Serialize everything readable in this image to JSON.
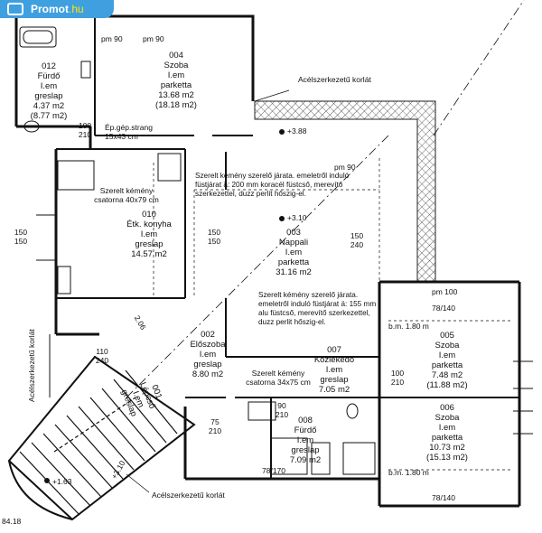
{
  "watermark": {
    "brand": "Promot",
    "tld": ".hu"
  },
  "rooms": [
    {
      "id": "r004",
      "lines": [
        "004",
        "Szoba",
        "I.em",
        "parketta",
        "13.68 m2",
        "(18.18 m2)"
      ]
    },
    {
      "id": "r012",
      "lines": [
        "012",
        "Fürdő",
        "I.em",
        "greslap",
        "4.37 m2",
        "(8.77 m2)"
      ]
    },
    {
      "id": "r010",
      "lines": [
        "010",
        "Étk. konyha",
        "I.em",
        "greslap",
        "14.57 m2"
      ]
    },
    {
      "id": "r003",
      "lines": [
        "003",
        "Nappali",
        "I.em",
        "parketta",
        "31.16 m2"
      ]
    },
    {
      "id": "r002",
      "lines": [
        "002",
        "Előszoba",
        "I.em",
        "greslap",
        "8.80 m2"
      ]
    },
    {
      "id": "r007",
      "lines": [
        "007",
        "Közlekedő",
        "I.em",
        "greslap",
        "7.05 m2"
      ]
    },
    {
      "id": "r005",
      "lines": [
        "005",
        "Szoba",
        "I.em",
        "parketta",
        "7.48 m2",
        "(11.88 m2)"
      ]
    },
    {
      "id": "r006",
      "lines": [
        "006",
        "Szoba",
        "I.em",
        "parketta",
        "10.73 m2",
        "(15.13 m2)"
      ]
    },
    {
      "id": "r008",
      "lines": [
        "008",
        "Fürdő",
        "I.em",
        "greslap",
        "7.09 m2"
      ]
    },
    {
      "id": "r001",
      "lines": [
        "001",
        "Lépcső",
        "I.em",
        "greslap"
      ]
    }
  ],
  "notes": {
    "railing_top": "Acélszerkezetű korlát",
    "railing_bottom": "Acélszerkezetű korlát",
    "railing_left": "Acélszerkezetű korlát",
    "chimney1": "Szerelt kémény szerelő járata. emeletről induló füstjárat ä: 200 mm koracél füstcső, merevítő szerkezettel, duzz perlit hőszig-el.",
    "chimney2": "Szerelt kémény szerelő járata. emeletről induló füstjárat ä: 155 mm alu füstcső, merevítő szerkezettel, duzz perlit hőszig-el.",
    "chimney_kitchen": [
      "Szerelt kémény",
      "csatorna 40x79 cm"
    ],
    "chimney_hall": [
      "Szerelt kémény",
      "csatorna 34x75 cm"
    ],
    "mech_strang": [
      "Ép.gép.strang",
      "15x43 cm"
    ],
    "level_terrace": "+3.88",
    "level_living": "+3.10",
    "level_stair": "+1.63",
    "level_landing": "+3.10",
    "stair_dim": "84.18"
  },
  "dims": {
    "pm90": "pm 90",
    "pm100": "pm 100",
    "d100_210": [
      "100",
      "210"
    ],
    "d150_150": [
      "150",
      "150"
    ],
    "d150_240": [
      "150",
      "240"
    ],
    "d110_240": [
      "110",
      "240"
    ],
    "d75_210": [
      "75",
      "210"
    ],
    "d90_210": [
      "90",
      "210"
    ],
    "d78_140": "78/140",
    "d78_170": "78/170",
    "bm180": "b.m. 1.80 m",
    "d206": "2.06"
  }
}
